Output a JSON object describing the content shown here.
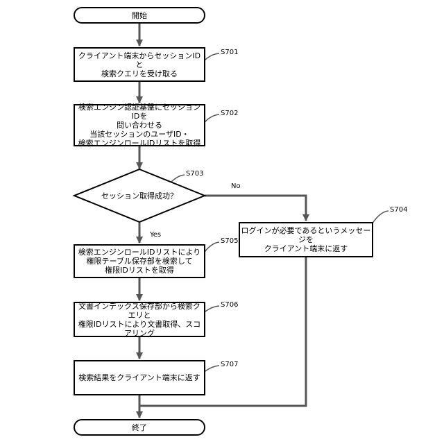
{
  "nodes": {
    "start": "開始",
    "s701": "クライアント端末からセッションIDと\n検索クエリを受け取る",
    "s702": "検索エンジン認証基盤にセッションIDを\n問い合わせる\n当該セッションのユーザID・\n検索エンジンロールIDリストを取得",
    "s703": "セッション取得成功？",
    "s704": "ログインが必要であるというメッセージを\nクライアント端末に返す",
    "s705": "検索エンジンロールIDリストにより\n権限テーブル保存部を検索して\n権限IDリストを取得",
    "s706": "文書インデックス保存部から検索クエリと\n権限IDリストにより文書取得、スコアリング",
    "s707": "検索結果をクライアント端末に返す",
    "end": "終了"
  },
  "step_labels": {
    "s701": "S701",
    "s702": "S702",
    "s703": "S703",
    "s704": "S704",
    "s705": "S705",
    "s706": "S706",
    "s707": "S707"
  },
  "branches": {
    "yes": "Yes",
    "no": "No"
  }
}
